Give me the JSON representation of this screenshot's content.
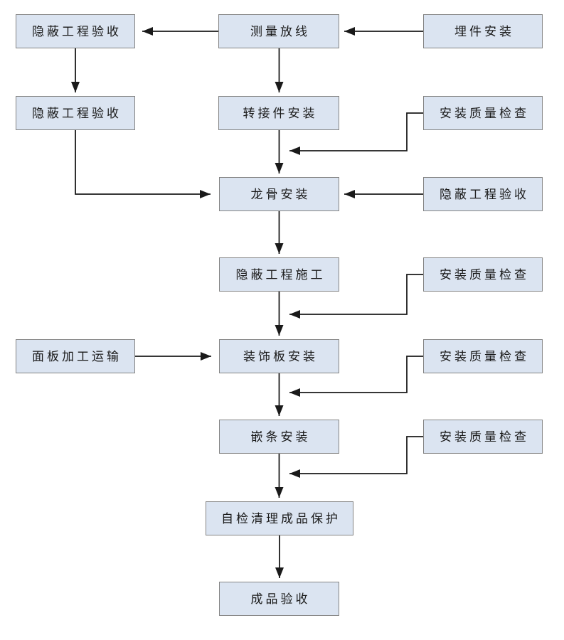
{
  "diagram": {
    "type": "flowchart",
    "background_color": "#ffffff",
    "colors": {
      "node_fill": "#dbe4f1",
      "node_border": "#848484",
      "connector": "#1a1a1a",
      "text": "#1a1a1a"
    },
    "nodes": [
      {
        "id": "hidden-work-acceptance-1",
        "label": "隐蔽工程验收"
      },
      {
        "id": "survey-setting-out",
        "label": "测量放线"
      },
      {
        "id": "embedded-parts-install",
        "label": "埋件安装"
      },
      {
        "id": "hidden-work-acceptance-2",
        "label": "隐蔽工程验收"
      },
      {
        "id": "adapter-install",
        "label": "转接件安装"
      },
      {
        "id": "install-quality-check-1",
        "label": "安装质量检查"
      },
      {
        "id": "keel-install",
        "label": "龙骨安装"
      },
      {
        "id": "hidden-work-acceptance-3",
        "label": "隐蔽工程验收"
      },
      {
        "id": "hidden-work-construction",
        "label": "隐蔽工程施工"
      },
      {
        "id": "install-quality-check-2",
        "label": "安装质量检查"
      },
      {
        "id": "panel-processing-transport",
        "label": "面板加工运输"
      },
      {
        "id": "decorative-panel-install",
        "label": "装饰板安装"
      },
      {
        "id": "install-quality-check-3",
        "label": "安装质量检查"
      },
      {
        "id": "inlay-strip-install",
        "label": "嵌条安装"
      },
      {
        "id": "install-quality-check-4",
        "label": "安装质量检查"
      },
      {
        "id": "self-check-cleanup-product-protection",
        "label": "自检清理成品保护"
      },
      {
        "id": "finished-product-acceptance",
        "label": "成品验收"
      }
    ],
    "connections": [
      {
        "from": "survey-setting-out",
        "to": "hidden-work-acceptance-1"
      },
      {
        "from": "embedded-parts-install",
        "to": "survey-setting-out"
      },
      {
        "from": "hidden-work-acceptance-1",
        "to": "hidden-work-acceptance-2"
      },
      {
        "from": "survey-setting-out",
        "to": "adapter-install"
      },
      {
        "from": "adapter-install",
        "to": "keel-install"
      },
      {
        "from": "install-quality-check-1",
        "to": "keel-install"
      },
      {
        "from": "hidden-work-acceptance-2",
        "to": "keel-install"
      },
      {
        "from": "hidden-work-acceptance-3",
        "to": "keel-install"
      },
      {
        "from": "keel-install",
        "to": "hidden-work-construction"
      },
      {
        "from": "install-quality-check-2",
        "to": "decorative-panel-install"
      },
      {
        "from": "hidden-work-construction",
        "to": "decorative-panel-install"
      },
      {
        "from": "panel-processing-transport",
        "to": "decorative-panel-install"
      },
      {
        "from": "install-quality-check-3",
        "to": "inlay-strip-install"
      },
      {
        "from": "decorative-panel-install",
        "to": "inlay-strip-install"
      },
      {
        "from": "install-quality-check-4",
        "to": "self-check-cleanup-product-protection"
      },
      {
        "from": "inlay-strip-install",
        "to": "self-check-cleanup-product-protection"
      },
      {
        "from": "self-check-cleanup-product-protection",
        "to": "finished-product-acceptance"
      }
    ]
  }
}
